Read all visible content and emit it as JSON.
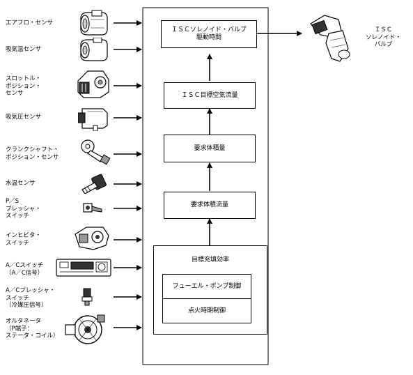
{
  "sensors": [
    "エアフロ・センサ",
    "吸気温センサ",
    "スロットル・\nポジション・\nセンサ",
    "吸気圧センサ",
    "クランクシャフト・\nポジション・センサ",
    "水温センサ",
    "P／S\nプレッシャ・\nスイッチ",
    "インヒビタ・\nスイッチ",
    "A／Cスイッチ\n（A／C信号）",
    "A／Cプレッシャ・\nスイッチ\n（冷媒圧信号）",
    "オルタネータ\n（P端子：\nステータ・コイル）"
  ],
  "blocks": {
    "isc_time": "ＩＳＣソレノイド・バルブ\n駆動時間",
    "isc_air": "ＩＳＣ目標空気流量",
    "req_volume": "要求体積量",
    "req_flow": "要求体積流量",
    "target_eff": "目標充填効率",
    "fuel_pump": "フューエル・ポンプ制御",
    "ignition": "点火時期制御"
  },
  "actuator": "ＩＳＣ\nソレノイド・\nバルブ"
}
